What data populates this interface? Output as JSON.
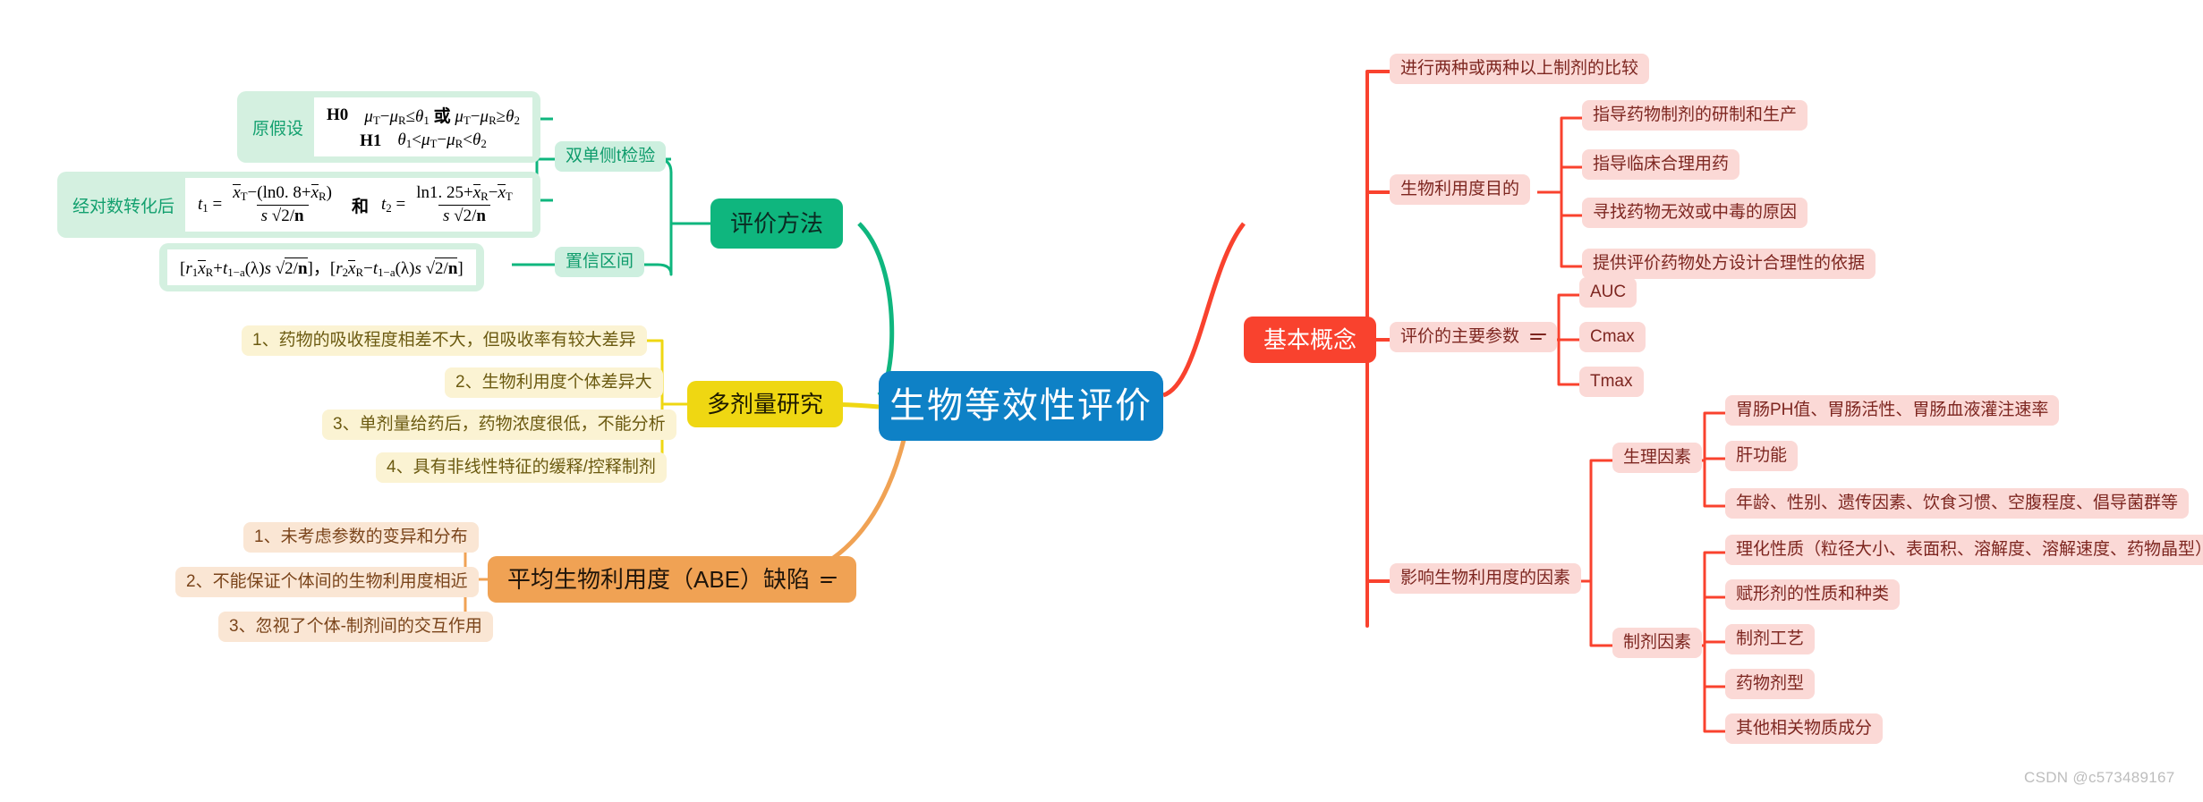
{
  "title": "生物等效性评价",
  "watermark": "CSDN @c573489167",
  "colors": {
    "central": "#0e81c6",
    "green": "#0fb67e",
    "red": "#f9422e",
    "yellow": "#efd712",
    "orange": "#f0a254",
    "green_pill": "#d4f0e0",
    "yellow_pill": "#fbf3d3",
    "orange_pill": "#fae6d4",
    "red_pill": "#fbd9d6"
  },
  "branches": {
    "evaluation_method": {
      "label": "评价方法",
      "children": [
        {
          "label": "双单侧t检验"
        },
        {
          "label": "置信区间"
        }
      ]
    },
    "multi_dose": {
      "label": "多剂量研究",
      "children": [
        {
          "label": "1、药物的吸收程度相差不大，但吸收率有较大差异"
        },
        {
          "label": "2、生物利用度个体差异大"
        },
        {
          "label": "3、单剂量给药后，药物浓度很低，不能分析"
        },
        {
          "label": "4、具有非线性特征的缓释/控释制剂"
        }
      ]
    },
    "abe_defect": {
      "label": "平均生物利用度（ABE）缺陷",
      "has_note_icon": true,
      "children": [
        {
          "label": "1、未考虑参数的变异和分布"
        },
        {
          "label": "2、不能保证个体间的生物利用度相近"
        },
        {
          "label": "3、忽视了个体-制剂间的交互作用"
        }
      ]
    },
    "basic_concept": {
      "label": "基本概念",
      "children": [
        {
          "label": "进行两种或两种以上制剂的比较"
        },
        {
          "label": "生物利用度目的",
          "children": [
            {
              "label": "指导药物制剂的研制和生产"
            },
            {
              "label": "指导临床合理用药"
            },
            {
              "label": "寻找药物无效或中毒的原因"
            },
            {
              "label": "提供评价药物处方设计合理性的依据"
            }
          ]
        },
        {
          "label": "评价的主要参数",
          "has_note_icon": true,
          "children": [
            {
              "label": "AUC"
            },
            {
              "label": "Cmax"
            },
            {
              "label": "Tmax"
            }
          ]
        },
        {
          "label": "影响生物利用度的因素",
          "children": [
            {
              "label": "生理因素",
              "children": [
                {
                  "label": "胃肠PH值、胃肠活性、胃肠血液灌注速率"
                },
                {
                  "label": "肝功能"
                },
                {
                  "label": "年龄、性别、遗传因素、饮食习惯、空腹程度、倡导菌群等"
                }
              ]
            },
            {
              "label": "制剂因素",
              "children": [
                {
                  "label": "理化性质（粒径大小、表面积、溶解度、溶解速度、药物晶型）"
                },
                {
                  "label": "赋形剂的性质和种类"
                },
                {
                  "label": "制剂工艺"
                },
                {
                  "label": "药物剂型"
                },
                {
                  "label": "其他相关物质成分"
                }
              ]
            }
          ]
        }
      ]
    }
  },
  "formulas": {
    "null_hypothesis": {
      "label": "原假设",
      "line1_tag": "H0",
      "line1": "μT − μR ≤ θ1 或 μT − μR ≥ θ2",
      "line2_tag": "H1",
      "line2": "θ1 < μT − μR < θ2"
    },
    "log_transform": {
      "label": "经对数转化后",
      "expression": "t1 = (x̄T − (ln0.8 + x̄R)) / (s √(2/n))   和   t2 = (ln1.25 + x̄R − x̄T) / (s √(2/n))"
    },
    "confidence_interval": {
      "expression": "[r1 x̄R + t1−α(λ) s √(2/n)] ，[r2 x̄R − t1−α(λ) s √(2/n)]"
    }
  }
}
